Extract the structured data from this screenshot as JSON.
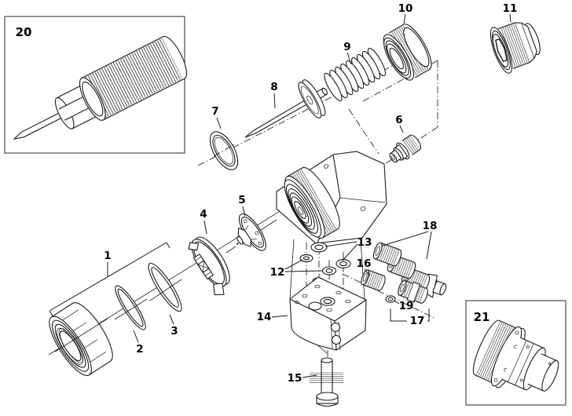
{
  "diagram": {
    "kind": "exploded-parts-diagram",
    "background": "#ffffff",
    "line_color": "#1a1a1a",
    "box_border_color": "#4a4a4a"
  },
  "callouts": {
    "c1": "1",
    "c2": "2",
    "c3": "3",
    "c4": "4",
    "c5": "5",
    "c6": "6",
    "c7": "7",
    "c8": "8",
    "c9": "9",
    "c10": "10",
    "c11": "11",
    "c12": "12",
    "c13": "13",
    "c14": "14",
    "c15": "15",
    "c16": "16",
    "c17": "17",
    "c18": "18",
    "c19": "19",
    "c20": "20",
    "c21": "21"
  }
}
